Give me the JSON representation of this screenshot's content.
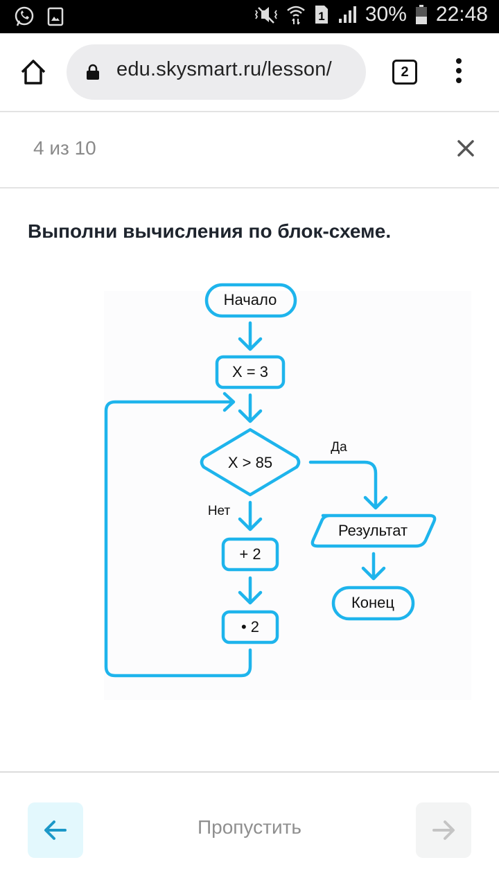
{
  "status_bar": {
    "left_icons": [
      "whatsapp-icon",
      "gallery-icon"
    ],
    "right_icons": [
      "mute-vibrate-icon",
      "wifi-icon",
      "sim-1-icon",
      "signal-icon",
      "battery-icon"
    ],
    "battery": "30%",
    "time": "22:48"
  },
  "browser": {
    "url": "edu.skysmart.ru/lesson/",
    "tab_count": "2"
  },
  "header": {
    "progress": "4 из 10"
  },
  "question": {
    "text": "Выполни вычисления по блок-схеме."
  },
  "flowchart": {
    "accent_color": "#1eb4ec",
    "nodes": {
      "start": "Начало",
      "assign": "X = 3",
      "condition": "X > 85",
      "add": "+ 2",
      "multiply": "•  2",
      "output": "Результат",
      "end": "Конец"
    },
    "edges": {
      "yes": "Да",
      "no": "Нет"
    }
  },
  "footer": {
    "skip_label": "Пропустить",
    "back_color": "#1c98c8",
    "next_color": "#c4c4c4"
  }
}
